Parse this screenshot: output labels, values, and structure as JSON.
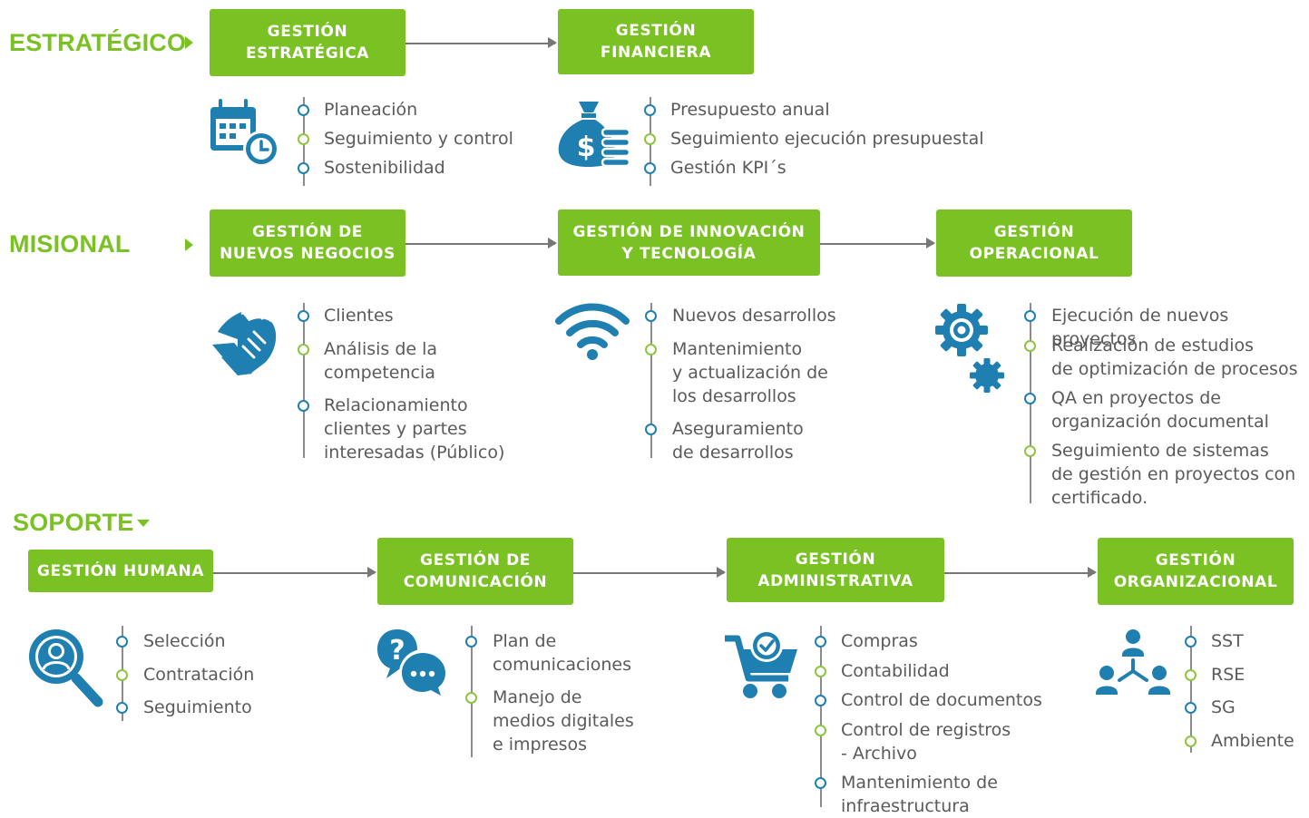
{
  "colors": {
    "green": "#7ac124",
    "blue": "#1f7fb0",
    "text": "#5a5a5a",
    "line": "#8c8c8c"
  },
  "levels": {
    "estrategico": "ESTRATÉGICO",
    "misional": "MISIONAL",
    "soporte": "SOPORTE"
  },
  "boxes": {
    "g_estrategica": "GESTIÓN\nESTRATÉGICA",
    "g_financiera": "GESTIÓN\nFINANCIERA",
    "g_nuevos_negocios": "GESTIÓN DE\nNUEVOS NEGOCIOS",
    "g_innovacion": "GESTIÓN DE INNOVACIÓN\nY TECNOLOGÍA",
    "g_operacional": "GESTIÓN\nOPERACIONAL",
    "g_humana": "GESTIÓN HUMANA",
    "g_comunicacion": "GESTIÓN DE\nCOMUNICACIÓN",
    "g_administrativa": "GESTIÓN\nADMINISTRATIVA",
    "g_organizacional": "GESTIÓN\nORGANIZACIONAL"
  },
  "lists": {
    "estrategica": [
      "Planeación",
      "Seguimiento y control",
      "Sostenibilidad"
    ],
    "financiera": [
      "Presupuesto anual",
      "Seguimiento ejecución presupuestal",
      "Gestión KPI´s"
    ],
    "nuevos_negocios": [
      "Clientes",
      "Análisis de la\ncompetencia",
      "Relacionamiento\nclientes y partes\ninteresadas (Público)"
    ],
    "innovacion": [
      "Nuevos desarrollos",
      "Mantenimiento\ny actualización de\nlos desarrollos",
      "Aseguramiento\nde desarrollos"
    ],
    "operacional": [
      "Ejecución de nuevos proyectos",
      "Realización de estudios\nde optimización de procesos",
      "QA en proyectos de\norganización documental",
      "Seguimiento de sistemas\nde gestión en proyectos con\ncertificado."
    ],
    "humana": [
      "Selección",
      "Contratación",
      "Seguimiento"
    ],
    "comunicacion": [
      "Plan de\ncomunicaciones",
      "Manejo de\nmedios digitales\ne impresos"
    ],
    "administrativa": [
      "Compras",
      "Contabilidad",
      "Control de documentos",
      "Control de registros\n- Archivo",
      "Mantenimiento de\ninfraestructura"
    ],
    "organizacional": [
      "SST",
      "RSE",
      "SG",
      "Ambiente"
    ]
  },
  "icons": {
    "estrategica": "calendar-clock-icon",
    "financiera": "money-bag-icon",
    "nuevos_negocios": "handshake-icon",
    "innovacion": "wifi-icon",
    "operacional": "gears-icon",
    "humana": "user-search-icon",
    "comunicacion": "chat-bubbles-icon",
    "administrativa": "shopping-cart-check-icon",
    "organizacional": "org-network-icon"
  }
}
